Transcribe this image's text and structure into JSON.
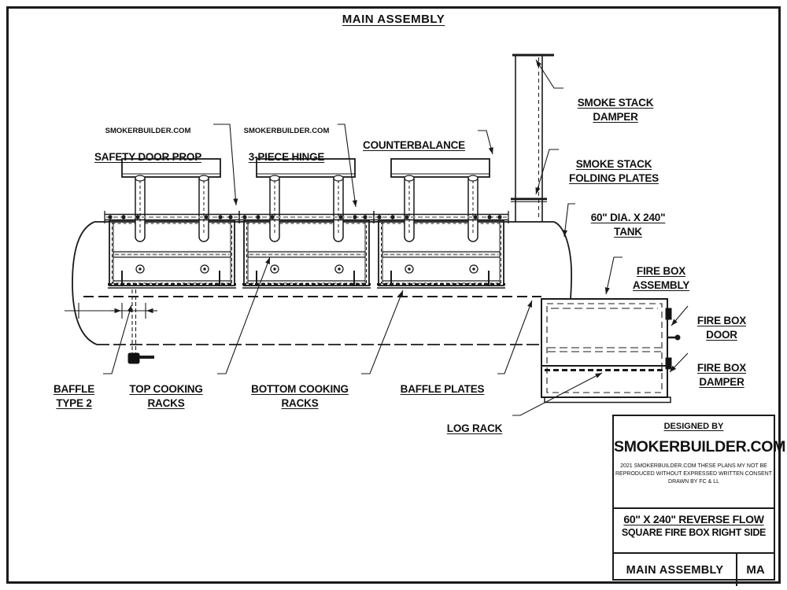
{
  "page": {
    "title": "MAIN ASSEMBLY"
  },
  "labels": {
    "safety_door_prop_brand": "SMOKERBUILDER.COM",
    "safety_door_prop": "SAFETY DOOR PROP",
    "three_piece_hinge_brand": "SMOKERBUILDER.COM",
    "three_piece_hinge": "3-PIECE HINGE",
    "counterbalance": "COUNTERBALANCE",
    "smoke_stack_damper": "SMOKE STACK\nDAMPER",
    "smoke_stack_folding_plates": "SMOKE STACK\nFOLDING PLATES",
    "tank": "60\" DIA. X 240\"\nTANK",
    "fire_box_assembly": "FIRE BOX\nASSEMBLY",
    "fire_box_door": "FIRE BOX\nDOOR",
    "fire_box_damper": "FIRE BOX\nDAMPER",
    "baffle_type_2": "BAFFLE\nTYPE 2",
    "top_cooking_racks": "TOP COOKING\nRACKS",
    "bottom_cooking_racks": "BOTTOM COOKING\nRACKS",
    "baffle_plates": "BAFFLE PLATES",
    "log_rack": "LOG RACK"
  },
  "title_block": {
    "designed_by": "DESIGNED BY",
    "brand": "SMOKERBUILDER.COM",
    "copyright": "2021 SMOKERBUILDER.COM THESE PLANS MY NOT BE\nREPRODUCED WITHOUT EXPRESSED WRITTEN CONSENT\nDRAWN BY FC & LL",
    "model": "60\" X 240\" REVERSE FLOW",
    "subtitle": "SQUARE FIRE BOX RIGHT SIDE",
    "sheet_name": "MAIN ASSEMBLY",
    "sheet_code": "MA"
  },
  "colors": {
    "line": "#1a1a1a",
    "background": "#ffffff"
  }
}
